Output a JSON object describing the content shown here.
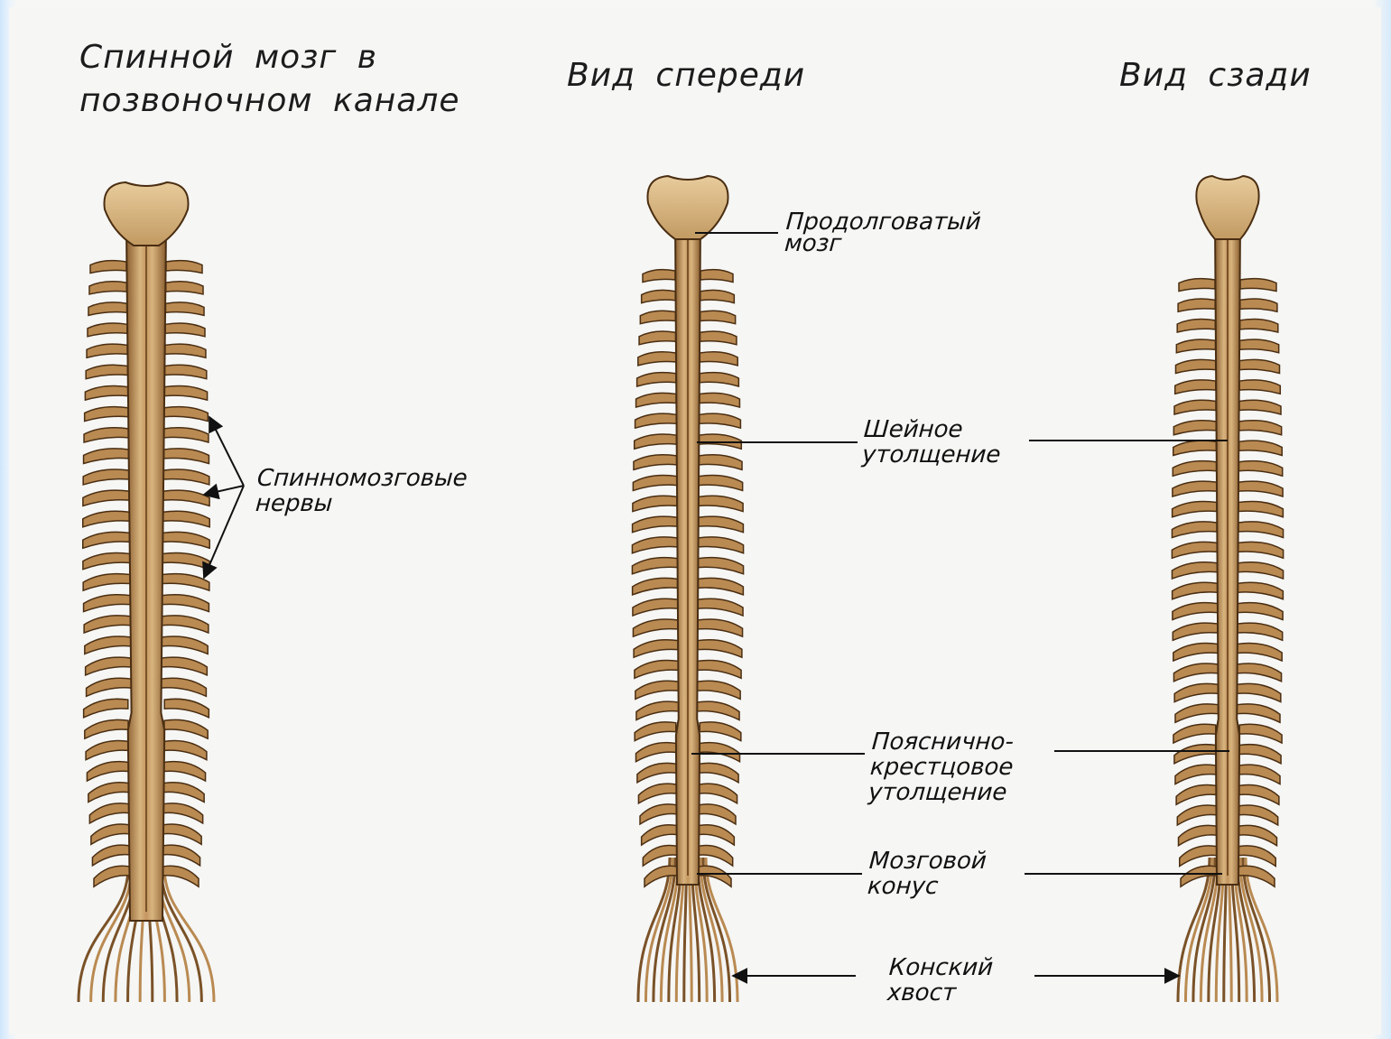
{
  "headings": {
    "canal": [
      "Спинной мозг в",
      "позвоночном канале"
    ],
    "front": "Вид спереди",
    "back": "Вид сзади"
  },
  "labels": {
    "spinal_nerves": [
      "Спинномозговые",
      "нервы"
    ],
    "medulla": [
      "Продолговатый",
      "мозг"
    ],
    "cervical": [
      "Шейное",
      "утолщение"
    ],
    "lumbosacral": [
      "Пояснично-",
      "крестцовое",
      "утолщение"
    ],
    "conus": [
      "Мозговой",
      "конус"
    ],
    "cauda": [
      "Конский",
      "хвост"
    ]
  },
  "colors": {
    "bone_light": "#d9b98a",
    "bone_mid": "#b98a52",
    "bone_dark": "#7a5228",
    "outline": "#4a2e12",
    "leader": "#111111"
  }
}
